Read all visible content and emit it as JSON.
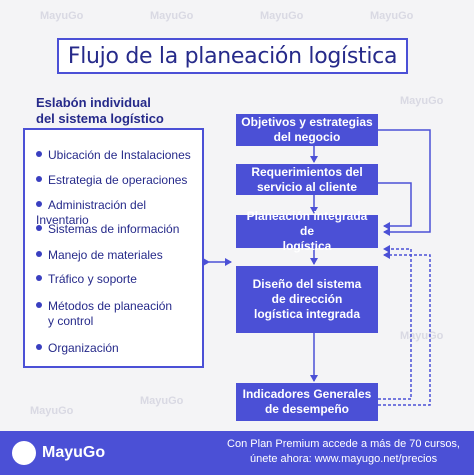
{
  "title": "Flujo de la planeación logística",
  "sidebar": {
    "header_line1": "Eslabón individual",
    "header_line2": "del sistema logístico",
    "items": [
      {
        "label": "Ubicación de Instalaciones"
      },
      {
        "label": "Estrategia de operaciones"
      },
      {
        "label": "Administración del Inventario"
      },
      {
        "label": "Sistemas de información"
      },
      {
        "label": "Manejo de materiales"
      },
      {
        "label": "Tráfico y soporte"
      },
      {
        "label": "Métodos de planeación",
        "label2": "y control"
      },
      {
        "label": "Organización"
      }
    ]
  },
  "flow": {
    "boxes": [
      {
        "line1": "Objetivos y estrategias",
        "line2": "del negocio"
      },
      {
        "line1": "Requerimientos del",
        "line2": "servicio al cliente"
      },
      {
        "line1": "Planeación integrada de",
        "line2": "logística"
      },
      {
        "line1": "Diseño del sistema",
        "line2": "de dirección",
        "line3": "logística integrada"
      },
      {
        "line1": "Indicadores Generales",
        "line2": "de desempeño"
      }
    ]
  },
  "watermark": "MayuGo",
  "footer": {
    "brand": "MayuGo",
    "promo_line1": "Con Plan Premium accede a más de 70 cursos,",
    "promo_line2": "únete ahora: www.mayugo.net/precios"
  },
  "colors": {
    "accent": "#4b50d6",
    "text_dark": "#262a8a",
    "background": "#f4f4f6"
  }
}
